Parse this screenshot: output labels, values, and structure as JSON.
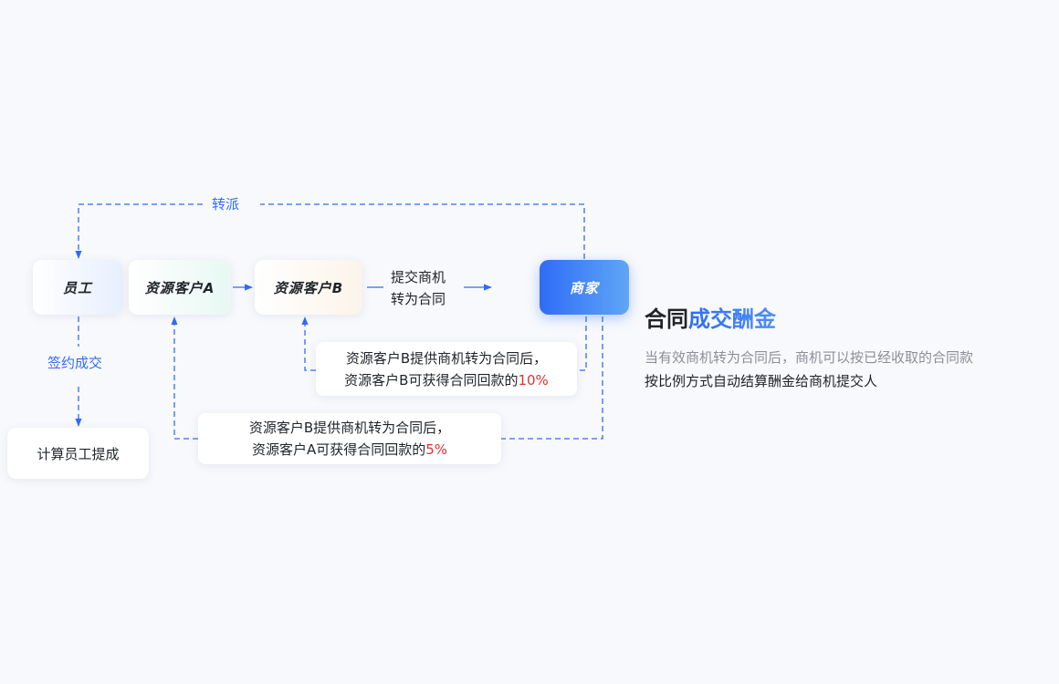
{
  "diagram": {
    "nodes": {
      "staff": "员工",
      "client_a": "资源客户A",
      "client_b": "资源客户B",
      "merchant": "商家",
      "calc_commission": "计算员工提成"
    },
    "edge_labels": {
      "transfer": "转派",
      "signed": "签约成交",
      "submit_line1": "提交商机",
      "submit_line2": "转为合同"
    },
    "notes": {
      "client_b_reward": {
        "line1": "资源客户B提供商机转为合同后，",
        "line2_prefix": "资源客户B可获得合同回款的",
        "percent": "10%"
      },
      "client_a_reward": {
        "line1": "资源客户B提供商机转为合同后，",
        "line2_prefix": "资源客户A可获得合同回款的",
        "percent": "5%"
      }
    }
  },
  "info": {
    "title_plain": "合同",
    "title_highlight": "成交酬金",
    "desc_line1": "当有效商机转为合同后，商机可以按已经收取的合同款",
    "desc_line2": "按比例方式自动结算酬金给商机提交人"
  },
  "colors": {
    "accent": "#2f6cf6",
    "percent_red": "#e0302f",
    "background": "#f8f9fc"
  }
}
